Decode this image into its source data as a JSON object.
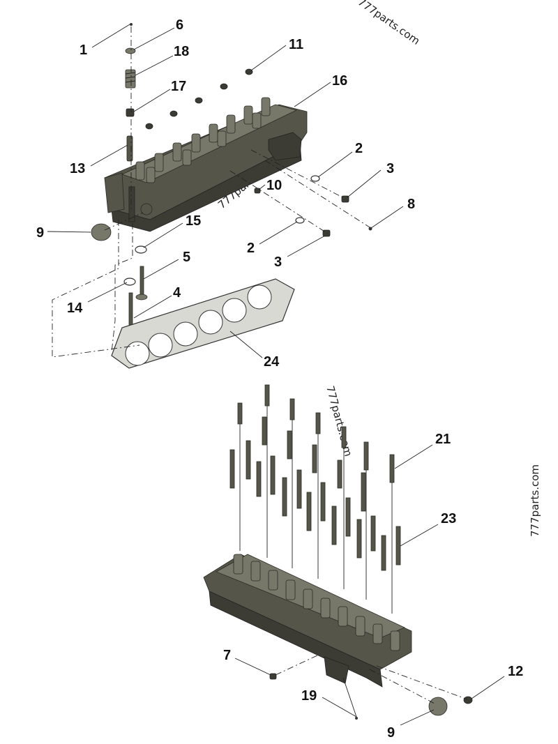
{
  "callouts": {
    "c1": "1",
    "c6": "6",
    "c18": "18",
    "c11": "11",
    "c17": "17",
    "c16": "16",
    "c2a": "2",
    "c3a": "3",
    "c13": "13",
    "c10": "10",
    "c8": "8",
    "c9a": "9",
    "c15": "15",
    "c2b": "2",
    "c5": "5",
    "c3b": "3",
    "c14": "14",
    "c4": "4",
    "c24": "24",
    "c21": "21",
    "c23": "23",
    "c7": "7",
    "c12": "12",
    "c19": "19",
    "c9b": "9"
  },
  "watermarks": {
    "w1": "777parts.com",
    "w2": "777parts.com",
    "w3": "777parts.com",
    "w4": "777parts.com"
  },
  "colors": {
    "metal": "#55554a",
    "background": "#ffffff",
    "text": "#111111"
  }
}
